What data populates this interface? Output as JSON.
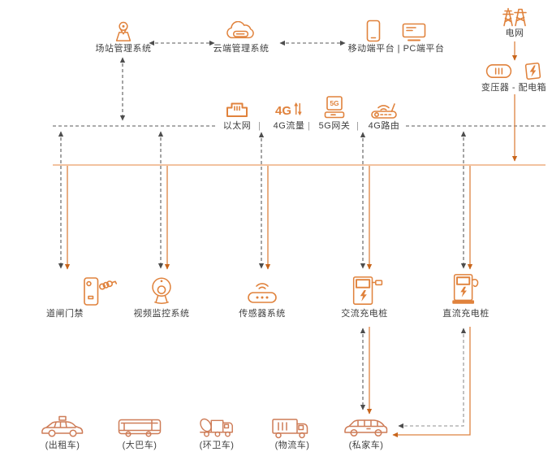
{
  "colors": {
    "accent_orange": "#E0823C",
    "bus_orange": "#EA9E68",
    "arrow_orange": "#C8651B",
    "connector_gray": "#4D4D4D",
    "vehicle_orange": "#CE7C57",
    "text": "#3F3F3F"
  },
  "top": {
    "station_label": "场站管理系统",
    "cloud_label": "云端管理系统",
    "platforms_label": "移动端平台 | PC端平台",
    "grid_label": "电网",
    "transformer_label": "变压器 - 配电箱"
  },
  "network": {
    "ethernet": "以太网",
    "traffic_4g": "4G流量",
    "gateway_5g": "5G网关",
    "router_4g": "4G路由",
    "separator": "|",
    "icon_4g_text": "4G",
    "icon_5g_text": "5G"
  },
  "devices": {
    "gate": "道闸门禁",
    "cctv": "视频监控系统",
    "sensor": "传感器系统",
    "ac_charger": "交流充电桩",
    "dc_charger": "直流充电桩"
  },
  "vehicles": {
    "taxi": "(出租车)",
    "bus": "(大巴车)",
    "sanitation": "(环卫车)",
    "logistics": "(物流车)",
    "private": "(私家车)"
  }
}
